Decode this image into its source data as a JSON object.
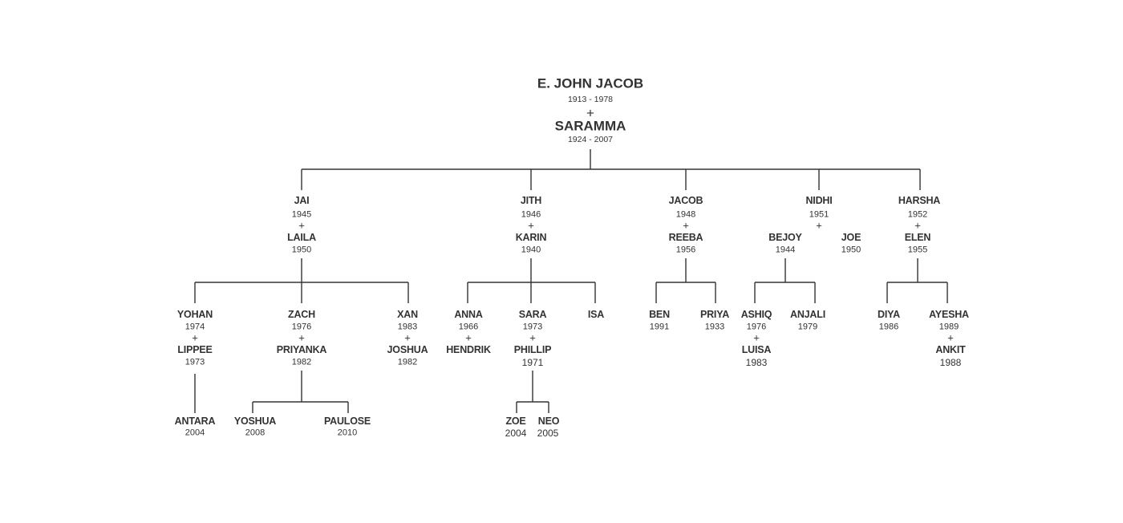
{
  "root": {
    "name": "E. JOHN JACOB",
    "years": "1913 - 1978",
    "plus": "+",
    "spouse": "SARAMMA",
    "spouse_years": "1924 - 2007"
  },
  "gen2": [
    {
      "name": "JAI",
      "year": "1945",
      "plus": "+",
      "spouse": "LAILA",
      "spouse_year": "1950"
    },
    {
      "name": "JITH",
      "year": "1946",
      "plus": "+",
      "spouse": "KARIN",
      "spouse_year": "1940"
    },
    {
      "name": "JACOB",
      "year": "1948",
      "plus": "+",
      "spouse": "REEBA",
      "spouse_year": "1956"
    },
    {
      "name": "NIDHI",
      "year": "1951",
      "plus": "+",
      "spouse": "BEJOY",
      "spouse_year": "1944",
      "spouse2": "JOE",
      "spouse2_year": "1950"
    },
    {
      "name": "HARSHA",
      "year": "1952",
      "plus": "+",
      "spouse": "ELEN",
      "spouse_year": "1955"
    }
  ],
  "gen3": [
    {
      "name": "YOHAN",
      "year": "1974",
      "plus": "+",
      "spouse": "LIPPEE",
      "spouse_year": "1973"
    },
    {
      "name": "ZACH",
      "year": "1976",
      "plus": "+",
      "spouse": "PRIYANKA",
      "spouse_year": "1982"
    },
    {
      "name": "XAN",
      "year": "1983",
      "plus": "+",
      "spouse": "JOSHUA",
      "spouse_year": "1982"
    },
    {
      "name": "ANNA",
      "year": "1966",
      "plus": "+",
      "spouse": "HENDRIK"
    },
    {
      "name": "SARA",
      "year": "1973",
      "plus": "+",
      "spouse": "PHILLIP",
      "spouse_year": "1971"
    },
    {
      "name": "ISA"
    },
    {
      "name": "BEN",
      "year": "1991"
    },
    {
      "name": "PRIYA",
      "year": "1933"
    },
    {
      "name": "ASHIQ",
      "year": "1976",
      "plus": "+",
      "spouse": "LUISA",
      "spouse_year": "1983"
    },
    {
      "name": "ANJALI",
      "year": "1979"
    },
    {
      "name": "DIYA",
      "year": "1986"
    },
    {
      "name": "AYESHA",
      "year": "1989",
      "plus": "+",
      "spouse": "ANKIT",
      "spouse_year": "1988"
    }
  ],
  "gen4": [
    {
      "name": "ANTARA",
      "year": "2004"
    },
    {
      "name": "YOSHUA",
      "year": "2008"
    },
    {
      "name": "PAULOSE",
      "year": "2010"
    },
    {
      "name": "ZOE",
      "year": "2004"
    },
    {
      "name": "NEO",
      "year": "2005"
    }
  ]
}
